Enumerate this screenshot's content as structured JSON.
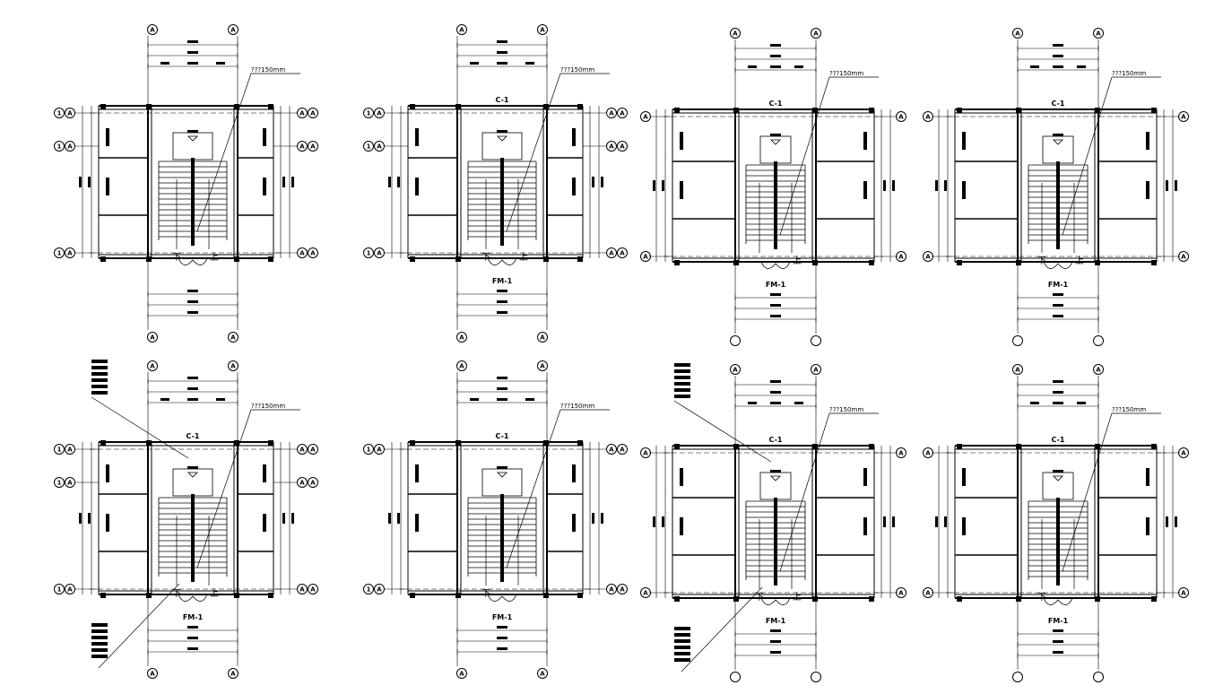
{
  "plans": [
    {
      "id": "plan-1",
      "top_marks": [
        "A",
        "A",
        "A",
        "A"
      ],
      "bottom_marks": [
        "A",
        "A",
        "A",
        "A"
      ],
      "left_marks": [
        "1A",
        "1A",
        "1A"
      ],
      "right_marks": [
        "AA",
        "AA",
        "AA"
      ],
      "note": "???150mm",
      "down_label": "下",
      "up_label": "上",
      "door_tag": "",
      "window_tag": ""
    },
    {
      "id": "plan-2",
      "top_marks": [
        "A",
        "A",
        "A",
        "A"
      ],
      "bottom_marks": [
        "A",
        "A",
        "A",
        "A"
      ],
      "left_marks": [
        "1A",
        "1A",
        "1A"
      ],
      "right_marks": [
        "AA",
        "AA",
        "AA"
      ],
      "note": "???150mm",
      "down_label": "下",
      "up_label": "上",
      "door_tag": "FM-1",
      "window_tag": "C-1"
    },
    {
      "id": "plan-3",
      "top_marks": [
        "A",
        "A"
      ],
      "bottom_marks": [
        "",
        ""
      ],
      "left_marks": [
        "A",
        "A"
      ],
      "right_marks": [
        "A",
        "A"
      ],
      "note": "???150mm",
      "down_label": "",
      "up_label": "上",
      "door_tag": "FM-1",
      "window_tag": "C-1"
    },
    {
      "id": "plan-4",
      "top_marks": [
        "A",
        "A"
      ],
      "bottom_marks": [
        "",
        ""
      ],
      "left_marks": [
        "A",
        "A"
      ],
      "right_marks": [
        "A",
        "A"
      ],
      "note": "???150mm",
      "down_label": "下",
      "up_label": "上",
      "door_tag": "FM-1",
      "window_tag": "C-1"
    },
    {
      "id": "plan-5",
      "top_marks": [
        "A",
        "A",
        "A",
        "A"
      ],
      "bottom_marks": [
        "A",
        "A",
        "A",
        "A"
      ],
      "left_marks": [
        "1A",
        "1A",
        "1A"
      ],
      "right_marks": [
        "AA",
        "AA",
        "AA"
      ],
      "note": "???150mm",
      "down_label": "下",
      "up_label": "上",
      "door_tag": "FM-1",
      "window_tag": "C-1"
    },
    {
      "id": "plan-6",
      "top_marks": [
        "A",
        "A",
        "A",
        "A"
      ],
      "bottom_marks": [
        "A",
        "A",
        "A",
        "A"
      ],
      "left_marks": [
        "1A",
        "1A"
      ],
      "right_marks": [
        "AA",
        "AA"
      ],
      "note": "???150mm",
      "down_label": "下",
      "up_label": "",
      "door_tag": "FM-1",
      "window_tag": "C-1"
    },
    {
      "id": "plan-7",
      "top_marks": [
        "A",
        "A"
      ],
      "bottom_marks": [
        "",
        ""
      ],
      "left_marks": [
        "A",
        "A"
      ],
      "right_marks": [
        "A",
        "A"
      ],
      "note": "???150mm",
      "down_label": "下",
      "up_label": "上",
      "door_tag": "FM-1",
      "window_tag": "C-1"
    },
    {
      "id": "plan-8",
      "top_marks": [
        "A",
        "A"
      ],
      "bottom_marks": [
        "",
        ""
      ],
      "left_marks": [
        "A",
        "A"
      ],
      "right_marks": [
        "A",
        "A"
      ],
      "note": "???150mm",
      "down_label": "下",
      "up_label": "",
      "door_tag": "FM-1",
      "window_tag": "C-1"
    }
  ]
}
